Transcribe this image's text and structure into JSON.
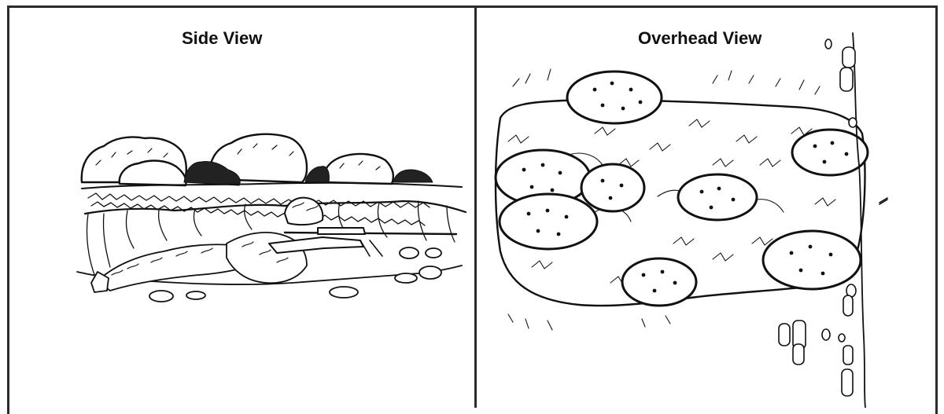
{
  "panels": {
    "side": {
      "title": "Side View",
      "illustration": "prone-sniper-under-bush-overhang"
    },
    "overhead": {
      "title": "Overhead View",
      "illustration": "bushes-and-brush-from-above"
    }
  }
}
